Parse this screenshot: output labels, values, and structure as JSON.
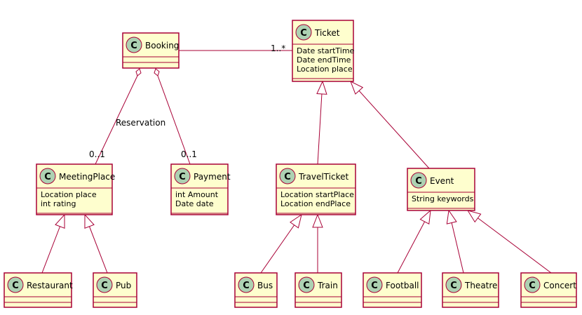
{
  "diagram": {
    "circle_letter": "C",
    "colors": {
      "box_fill": "#FEFECE",
      "box_stroke": "#A80036",
      "circle_fill": "#ADD1B2",
      "line": "#A80036"
    },
    "classes": {
      "booking": {
        "name": "Booking",
        "attributes": []
      },
      "ticket": {
        "name": "Ticket",
        "attributes": [
          "Date startTime",
          "Date endTime",
          "Location place"
        ]
      },
      "meetingplace": {
        "name": "MeetingPlace",
        "attributes": [
          "Location place",
          "int rating"
        ]
      },
      "payment": {
        "name": "Payment",
        "attributes": [
          "int Amount",
          "Date date"
        ]
      },
      "travelticket": {
        "name": "TravelTicket",
        "attributes": [
          "Location startPlace",
          "Location endPlace"
        ]
      },
      "event": {
        "name": "Event",
        "attributes": [
          "String keywords"
        ]
      },
      "restaurant": {
        "name": "Restaurant",
        "attributes": []
      },
      "pub": {
        "name": "Pub",
        "attributes": []
      },
      "bus": {
        "name": "Bus",
        "attributes": []
      },
      "train": {
        "name": "Train",
        "attributes": []
      },
      "football": {
        "name": "Football",
        "attributes": []
      },
      "theatre": {
        "name": "Theatre",
        "attributes": []
      },
      "concert": {
        "name": "Concert",
        "attributes": []
      }
    },
    "labels": {
      "booking_ticket_mult": "1..*",
      "reservation": "Reservation",
      "meetingplace_mult": "0..1",
      "payment_mult": "0..1"
    }
  }
}
